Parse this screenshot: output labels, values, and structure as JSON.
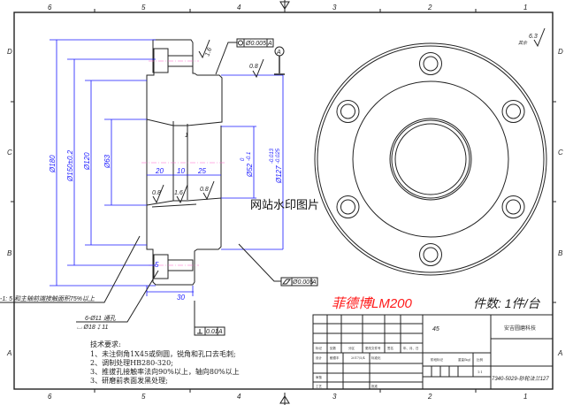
{
  "zones": {
    "columns": [
      "6",
      "5",
      "4",
      "3",
      "2",
      "1"
    ],
    "rows": [
      "D",
      "C",
      "B",
      "A"
    ]
  },
  "dimensions": {
    "d180": "Ø180",
    "d150": "Ø150±0.2",
    "d120": "Ø120",
    "d63": "Ø63",
    "d52": "Ø52",
    "d52_tol_upper": "0",
    "d52_tol_lower": "-0.1",
    "d127": "Ø127",
    "d127_tol_upper": "-0.013",
    "d127_tol_lower": "-0.025",
    "len_20": "20",
    "len_10": "10",
    "len_25": "25",
    "len_5": "5",
    "len_30": "30",
    "groove_1": "1"
  },
  "surface_finish": {
    "flange_hole": "1.6",
    "hub_outer": "0.8",
    "bore_left": "0.8",
    "groove": "1.6",
    "bore_right": "0.8",
    "general": "6.3",
    "general_label": "其余"
  },
  "tolerances": {
    "concentricity_value": "Ø0.005",
    "concentricity_datum": "A",
    "runout_value": "Ø0.005",
    "runout_datum": "A",
    "perpendicularity_value": "0.01",
    "perpendicularity_datum": "A",
    "datum_label": "A"
  },
  "annotations": {
    "taper_note": "-1: 5 和主轴前端接触面积75%以上",
    "holes_line1": "6-Ø11 通孔",
    "holes_line2": "⌴ Ø18 ↧ 11",
    "watermark": "网站水印图片",
    "product_name": "菲德博LM200",
    "quantity": "件数: 1件/台"
  },
  "technical_requirements": {
    "title": "技术要求:",
    "items": [
      "1、未注倒角1X45或倒圆，锐角和孔口去毛刺;",
      "2、调制处理HB280-320;",
      "3、推拔孔接触率法向90%以上，轴向80%以上",
      "3、研磨前表面发黑处理;"
    ]
  },
  "title_block": {
    "material": "45",
    "company": "安吉圆磨科技",
    "drawing_no": "7340-5029-砂轮法兰127",
    "headers": [
      "标记",
      "处数",
      "分区",
      "更改文件号",
      "签名",
      "年、月、日"
    ],
    "design_row": [
      "设计",
      "鲍德丰",
      "2017/5/4",
      "标准化"
    ],
    "review": "审核",
    "process": "工艺",
    "approve": "批准",
    "stage_mark": "阶段标记",
    "weight": "重量(kg)",
    "scale_label": "比例",
    "scale": "1:1"
  }
}
